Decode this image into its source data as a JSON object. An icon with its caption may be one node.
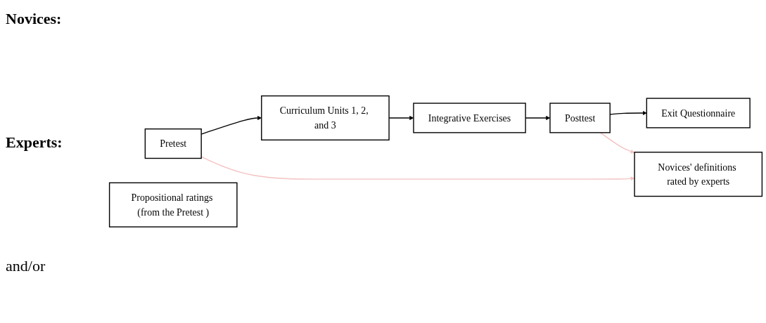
{
  "diagram": {
    "nodes": [
      {
        "text": [
          "Pretest"
        ]
      },
      {
        "text": [
          "Curriculum Units 1, 2, and 3"
        ]
      },
      {
        "text": [
          "Integrative Exercises"
        ]
      },
      {
        "text": [
          "Posttest"
        ]
      },
      {
        "text": [
          "Exit Questionnaire"
        ]
      },
      {
        "text": [
          "Propositional ratings (from the Pretest )"
        ]
      },
      {
        "text": [
          "Novices' definitions rated by experts"
        ]
      }
    ],
    "edges": [
      {
        "from": 0,
        "to": 1,
        "arrow": "to"
      },
      {
        "from": 1,
        "to": 2,
        "arrow": "to"
      },
      {
        "from": 2,
        "to": 3,
        "arrow": "to"
      },
      {
        "from": 3,
        "to": 4,
        "arrow": "to"
      },
      {
        "from": 0,
        "to": 6,
        "arrow": "to",
        "color": "#f4c2c2"
      },
      {
        "from": 3,
        "to": 6,
        "arrow": "to",
        "color": "#f4c2c2"
      }
    ],
    "labels": [
      "Novices:",
      "Experts:",
      "and/or"
    ]
  }
}
